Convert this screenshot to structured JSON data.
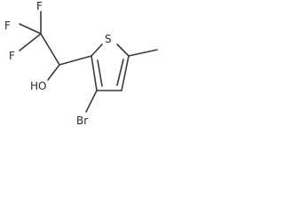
{
  "structure": {
    "atoms": {
      "f1": "F",
      "f2": "F",
      "f3": "F",
      "s": "S",
      "ho": "HO",
      "br": "Br"
    }
  }
}
